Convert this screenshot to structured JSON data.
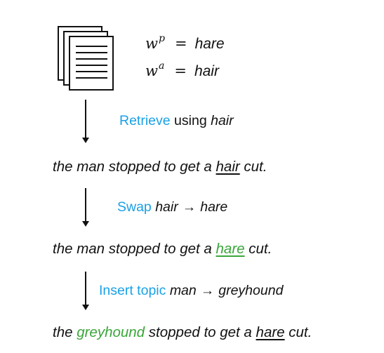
{
  "equations": [
    {
      "var": "w",
      "sup": "p",
      "op": "=",
      "value": "hare"
    },
    {
      "var": "w",
      "sup": "a",
      "op": "=",
      "value": "hair"
    }
  ],
  "step1": {
    "action": "Retrieve",
    "rest": "using",
    "word": "hair"
  },
  "sentence1": {
    "pre": "the man stopped to get a",
    "target": "hair",
    "post": "cut."
  },
  "step2": {
    "action": "Swap",
    "from": "hair",
    "arrow": "→",
    "to": "hare"
  },
  "sentence2": {
    "pre": "the man stopped to get a",
    "target": "hare",
    "post": "cut."
  },
  "step3": {
    "action": "Insert topic",
    "from": "man",
    "arrow": "→",
    "to": "greyhound"
  },
  "sentence3": {
    "pre": "the",
    "topic": "greyhound",
    "mid": "stopped to get a",
    "target": "hare",
    "post": "cut."
  },
  "colors": {
    "action_blue": "#1aa1e6",
    "replacement_green": "#3aa63a"
  },
  "icon": "documents-stack-icon"
}
